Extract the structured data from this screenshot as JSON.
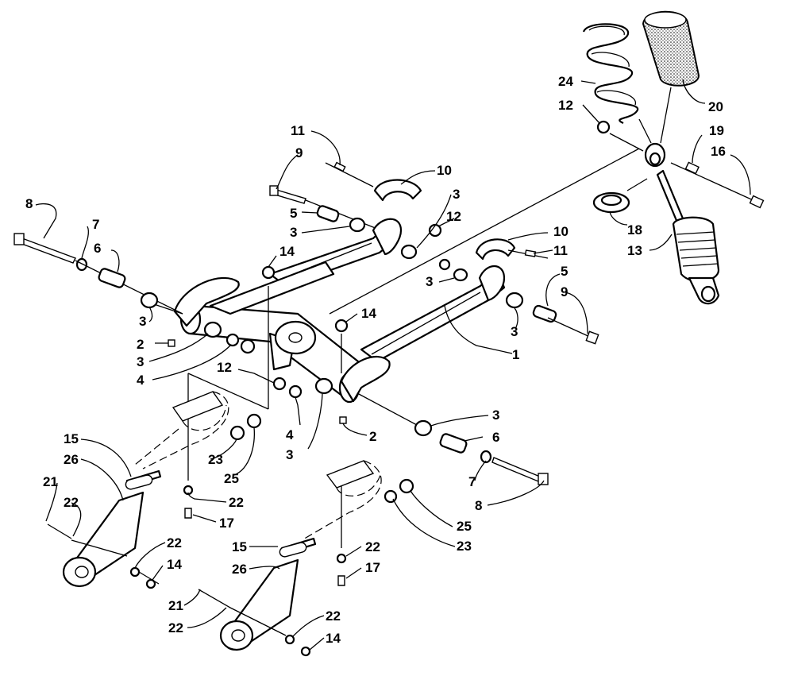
{
  "callouts": [
    {
      "id": "c8a",
      "text": "8"
    },
    {
      "id": "c7a",
      "text": "7"
    },
    {
      "id": "c6a",
      "text": "6"
    },
    {
      "id": "c3a",
      "text": "3"
    },
    {
      "id": "c2a",
      "text": "2"
    },
    {
      "id": "c3b",
      "text": "3"
    },
    {
      "id": "c4a",
      "text": "4"
    },
    {
      "id": "c12a",
      "text": "12"
    },
    {
      "id": "c11a",
      "text": "11"
    },
    {
      "id": "c9a",
      "text": "9"
    },
    {
      "id": "c5a",
      "text": "5"
    },
    {
      "id": "c3c",
      "text": "3"
    },
    {
      "id": "c14a",
      "text": "14"
    },
    {
      "id": "c10a",
      "text": "10"
    },
    {
      "id": "c3d",
      "text": "3"
    },
    {
      "id": "c12b",
      "text": "12"
    },
    {
      "id": "c3e",
      "text": "3"
    },
    {
      "id": "c14b",
      "text": "14"
    },
    {
      "id": "c24",
      "text": "24"
    },
    {
      "id": "c12c",
      "text": "12"
    },
    {
      "id": "c20",
      "text": "20"
    },
    {
      "id": "c19",
      "text": "19"
    },
    {
      "id": "c16",
      "text": "16"
    },
    {
      "id": "c18",
      "text": "18"
    },
    {
      "id": "c13",
      "text": "13"
    },
    {
      "id": "c10b",
      "text": "10"
    },
    {
      "id": "c11b",
      "text": "11"
    },
    {
      "id": "c5b",
      "text": "5"
    },
    {
      "id": "c9b",
      "text": "9"
    },
    {
      "id": "c3f",
      "text": "3"
    },
    {
      "id": "c1",
      "text": "1"
    },
    {
      "id": "c4b",
      "text": "4"
    },
    {
      "id": "c3g",
      "text": "3"
    },
    {
      "id": "c2b",
      "text": "2"
    },
    {
      "id": "c3h",
      "text": "3"
    },
    {
      "id": "c6b",
      "text": "6"
    },
    {
      "id": "c7b",
      "text": "7"
    },
    {
      "id": "c8b",
      "text": "8"
    },
    {
      "id": "c15a",
      "text": "15"
    },
    {
      "id": "c26a",
      "text": "26"
    },
    {
      "id": "c21a",
      "text": "21"
    },
    {
      "id": "c22a",
      "text": "22"
    },
    {
      "id": "c23a",
      "text": "23"
    },
    {
      "id": "c25a",
      "text": "25"
    },
    {
      "id": "c22b",
      "text": "22"
    },
    {
      "id": "c17a",
      "text": "17"
    },
    {
      "id": "c22c",
      "text": "22"
    },
    {
      "id": "c14c",
      "text": "14"
    },
    {
      "id": "c25b",
      "text": "25"
    },
    {
      "id": "c23b",
      "text": "23"
    },
    {
      "id": "c15b",
      "text": "15"
    },
    {
      "id": "c22d",
      "text": "22"
    },
    {
      "id": "c17b",
      "text": "17"
    },
    {
      "id": "c26b",
      "text": "26"
    },
    {
      "id": "c21b",
      "text": "21"
    },
    {
      "id": "c22e",
      "text": "22"
    },
    {
      "id": "c22f",
      "text": "22"
    },
    {
      "id": "c14d",
      "text": "14"
    }
  ]
}
